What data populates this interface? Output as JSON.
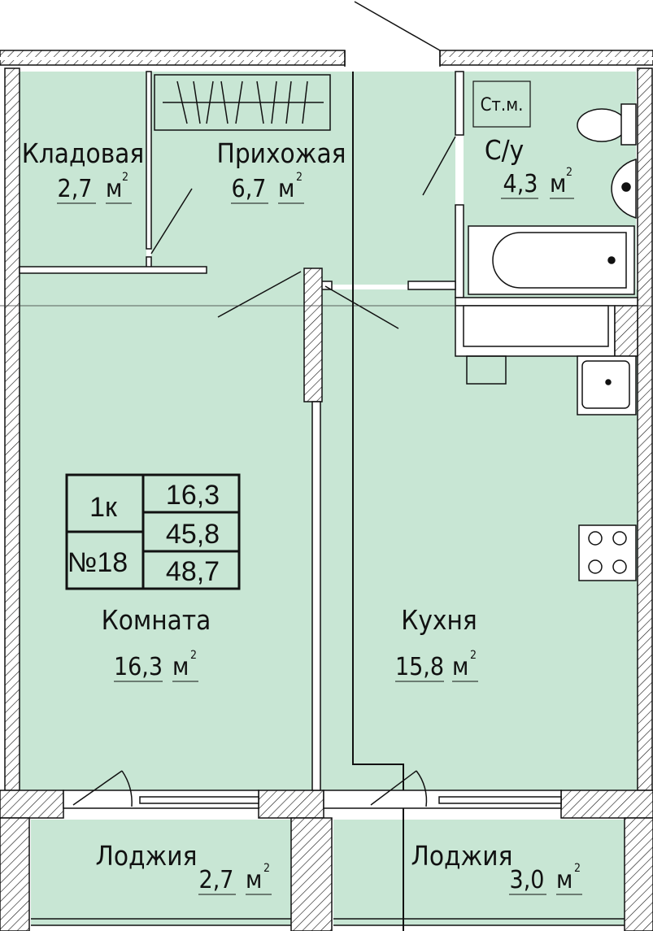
{
  "plan": {
    "colors": {
      "room": "#c8e6d4",
      "wall": "#ffffff",
      "line": "#111111",
      "bg": "#ffffff"
    },
    "info": {
      "rooms": "1к",
      "number": "№18",
      "living_area": "16,3",
      "total_area": "45,8",
      "total_with_loggia": "48,7"
    },
    "unit": "м",
    "unit_sup": "2",
    "rooms": [
      {
        "id": "storage",
        "name": "Кладовая",
        "area": "2,7"
      },
      {
        "id": "hall",
        "name": "Прихожая",
        "area": "6,7"
      },
      {
        "id": "bath",
        "name": "С/у",
        "area": "4,3"
      },
      {
        "id": "living",
        "name": "Комната",
        "area": "16,3"
      },
      {
        "id": "kitchen",
        "name": "Кухня",
        "area": "15,8"
      },
      {
        "id": "loggia1",
        "name": "Лоджия",
        "area": "2,7"
      },
      {
        "id": "loggia2",
        "name": "Лоджия",
        "area": "3,0"
      }
    ],
    "washer_label": "Ст.м."
  }
}
